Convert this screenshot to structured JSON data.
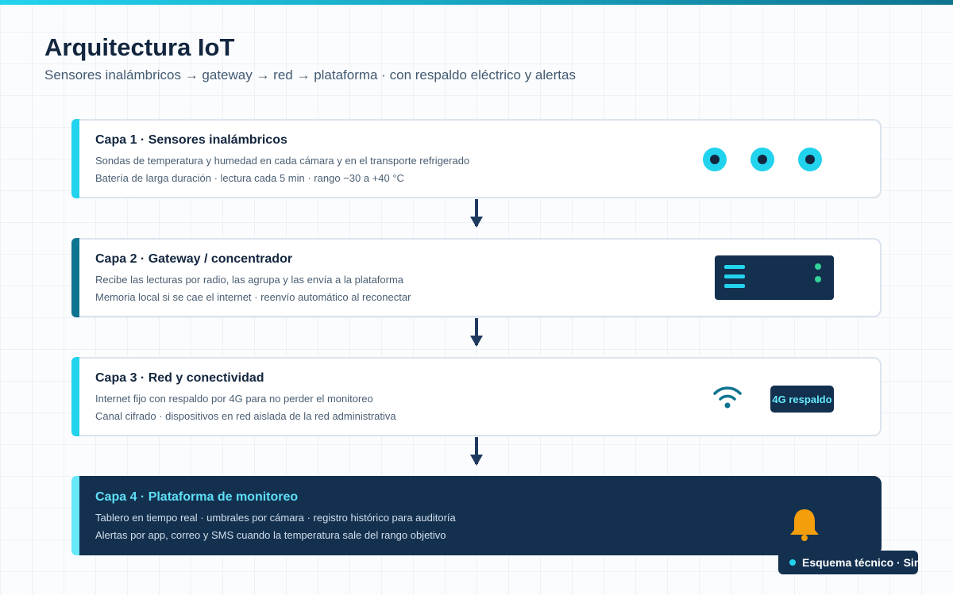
{
  "header": {
    "title": "Arquitectura IoT",
    "subtitle": "Sensores inalámbricos → gateway → red → plataforma · con respaldo eléctrico y alertas"
  },
  "layers": [
    {
      "title": "Capa 1 · Sensores inalámbricos",
      "line1": "Sondas de temperatura y humedad en cada cámara y en el transporte refrigerado",
      "line2": "Batería de larga duración · lectura cada 5 min · rango −30 a +40 °C",
      "icon": "sensor-icon"
    },
    {
      "title": "Capa 2 · Gateway / concentrador",
      "line1": "Recibe las lecturas por radio, las agrupa y las envía a la plataforma",
      "line2": "Memoria local si se cae el internet · reenvío automático al reconectar",
      "icon": "gateway-icon"
    },
    {
      "title": "Capa 3 · Red y conectividad",
      "line1": "Internet fijo con respaldo por 4G para no perder el monitoreo",
      "line2": "Canal cifrado · dispositivos en red aislada de la red administrativa",
      "icon": "wifi-icon",
      "badge": "4G respaldo"
    },
    {
      "title": "Capa 4 · Plataforma de monitoreo",
      "line1": "Tablero en tiempo real · umbrales por cámara · registro histórico para auditoría",
      "line2": "Alertas por app, correo y SMS cuando la temperatura sale del rango objetivo",
      "icon": "bell-icon"
    }
  ],
  "footer": {
    "badge": "Esquema técnico · SimCodes"
  },
  "colors": {
    "accent": "#22d3ee",
    "accent_dark": "#0e7490",
    "navy": "#13304f",
    "text_dark": "#13263f",
    "alert": "#f59e0b",
    "led": "#34d399"
  }
}
